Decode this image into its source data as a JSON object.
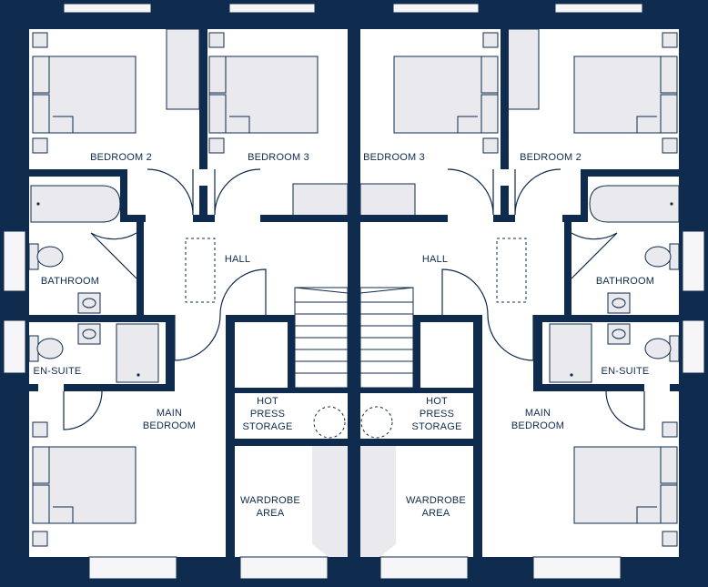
{
  "colors": {
    "wall": "#0f2b4d",
    "fixture": "#eaeaee",
    "background": "#ffffff"
  },
  "labels": {
    "bedroom2_left": "BEDROOM 2",
    "bedroom3_left": "BEDROOM 3",
    "bedroom3_right": "BEDROOM 3",
    "bedroom2_right": "BEDROOM 2",
    "hall_left": "HALL",
    "hall_right": "HALL",
    "bathroom_left": "BATHROOM",
    "bathroom_right": "BATHROOM",
    "ensuite_left": "EN-SUITE",
    "ensuite_right": "EN-SUITE",
    "main_bedroom_left": [
      "MAIN",
      "BEDROOM"
    ],
    "main_bedroom_right": [
      "MAIN",
      "BEDROOM"
    ],
    "hot_press_left": [
      "HOT",
      "PRESS",
      "STORAGE"
    ],
    "hot_press_right": [
      "HOT",
      "PRESS",
      "STORAGE"
    ],
    "wardrobe_left": [
      "WARDROBE",
      "AREA"
    ],
    "wardrobe_right": [
      "WARDROBE",
      "AREA"
    ]
  }
}
